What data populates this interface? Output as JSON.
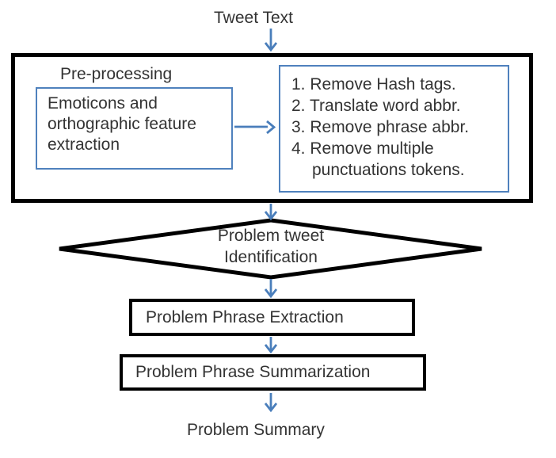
{
  "colors": {
    "arrow": "#4a7ebb",
    "blue_border": "#4f81bd",
    "black_border": "#000000",
    "text": "#333333"
  },
  "flow": {
    "input_label": "Tweet Text",
    "preprocessing": {
      "label": "Pre-processing",
      "feature_box_text": "Emoticons and orthographic feature extraction",
      "steps": [
        "1. Remove Hash tags.",
        "2. Translate word abbr.",
        "3. Remove phrase abbr.",
        "4. Remove multiple punctuations tokens."
      ]
    },
    "decision_label": "Problem tweet Identification",
    "extraction_label": "Problem Phrase Extraction",
    "summarization_label": "Problem Phrase Summarization",
    "output_label": "Problem Summary"
  }
}
